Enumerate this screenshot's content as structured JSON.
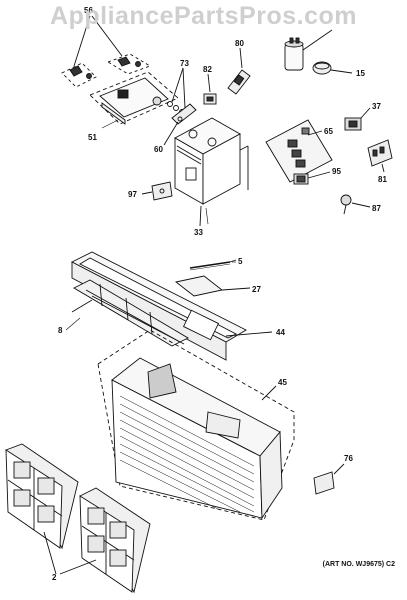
{
  "watermark": "AppliancePartsPros.com",
  "art_number": "(ART NO. WJ9675) C2",
  "callouts": {
    "c2": "2",
    "c5": "5",
    "c8": "8",
    "c15": "15",
    "c27": "27",
    "c33": "33",
    "c37": "37",
    "c44": "44",
    "c45": "45",
    "c51": "51",
    "c56": "56",
    "c60": "60",
    "c65": "65",
    "c73": "73",
    "c76": "76",
    "c80": "80",
    "c81": "81",
    "c82": "82",
    "c87": "87",
    "c95": "95",
    "c97": "97"
  }
}
